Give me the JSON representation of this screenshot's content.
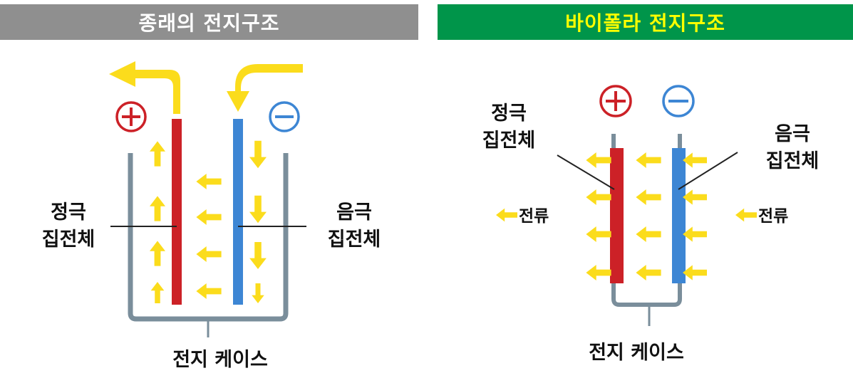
{
  "colors": {
    "left_banner_bg": "#8f8f8f",
    "left_banner_text": "#ffffff",
    "right_banner_bg": "#00954a",
    "right_banner_text": "#ffff00",
    "arrow": "#fbdc1c",
    "positive": "#cc2127",
    "negative": "#3d86d4",
    "case": "#7a8e9b"
  },
  "left_panel": {
    "title": "종래의 전지구조",
    "positive_label": [
      "정극",
      "집전체"
    ],
    "negative_label": [
      "음극",
      "집전체"
    ],
    "case_label": "전지 케이스"
  },
  "right_panel": {
    "title": "바이폴라 전지구조",
    "positive_label": [
      "정극",
      "집전체"
    ],
    "negative_label": [
      "음극",
      "집전체"
    ],
    "current_left": "전류",
    "current_right": "전류",
    "case_label": "전지 케이스"
  },
  "icons": [
    "plus-circle-icon",
    "minus-circle-icon",
    "arrow-up-icon",
    "arrow-down-icon",
    "arrow-left-icon"
  ]
}
